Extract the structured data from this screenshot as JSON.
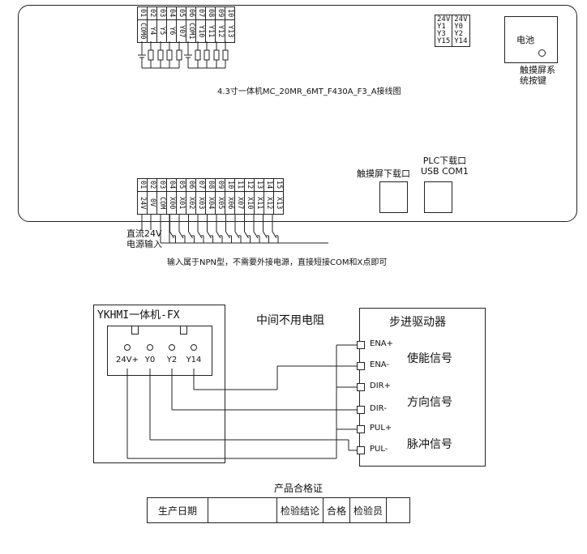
{
  "top_terminals": [
    {
      "num": "01",
      "sig": "COM0"
    },
    {
      "num": "02",
      "sig": "Y4"
    },
    {
      "num": "03",
      "sig": "Y5"
    },
    {
      "num": "04",
      "sig": "Y6"
    },
    {
      "num": "05",
      "sig": "Y07"
    },
    {
      "num": "06",
      "sig": "COM1"
    },
    {
      "num": "07",
      "sig": "Y10"
    },
    {
      "num": "08",
      "sig": "Y11"
    },
    {
      "num": "09",
      "sig": "Y12"
    },
    {
      "num": "10",
      "sig": "Y13"
    }
  ],
  "bottom_terminals": [
    {
      "num": "01",
      "sig": "24V"
    },
    {
      "num": "02",
      "sig": "0V"
    },
    {
      "num": "03",
      "sig": "COM"
    },
    {
      "num": "04",
      "sig": "X00"
    },
    {
      "num": "05",
      "sig": "X01"
    },
    {
      "num": "06",
      "sig": "X02"
    },
    {
      "num": "07",
      "sig": "X03"
    },
    {
      "num": "08",
      "sig": "X04"
    },
    {
      "num": "09",
      "sig": "X05"
    },
    {
      "num": "10",
      "sig": "X06"
    },
    {
      "num": "11",
      "sig": "X07"
    },
    {
      "num": "12",
      "sig": "X10"
    },
    {
      "num": "13",
      "sig": "X11"
    },
    {
      "num": "14",
      "sig": "X12"
    },
    {
      "num": "15",
      "sig": "X13"
    }
  ],
  "output_group": {
    "col1": [
      "24V",
      "Y1",
      "Y3",
      "Y15"
    ],
    "col2": [
      "24V",
      "Y0",
      "Y2",
      "Y14"
    ]
  },
  "battery": {
    "label": "电池",
    "button_label_1": "触摸屏系",
    "button_label_2": "统按键"
  },
  "title": "4.3寸一体机MC_20MR_6MT_F430A_F3_A接线图",
  "ports": {
    "touch_label": "触摸屏下载口",
    "plc_label_1": "PLC下载口",
    "plc_label_2": "USB COM1"
  },
  "power_label_1": "直流24V",
  "power_label_2": "电源输入",
  "input_note": "输入属于NPN型，不需要外接电源，直接短接COM和X点即可",
  "wiring": {
    "hmi_title": "YKHMI一体机-FX",
    "hmi_terminals": [
      "24V+",
      "Y0",
      "Y2",
      "Y14"
    ],
    "middle_note": "中间不用电阻",
    "driver_title": "步进驱动器",
    "driver_terms": [
      "ENA+",
      "ENA-",
      "DIR+",
      "DIR-",
      "PUL+",
      "PUL-"
    ],
    "signal_labels": [
      "使能信号",
      "方向信号",
      "脉冲信号"
    ]
  },
  "certificate": {
    "title": "产品合格证",
    "cells": [
      "生产日期",
      "",
      "检验结论",
      "合格",
      "检验员",
      ""
    ]
  }
}
